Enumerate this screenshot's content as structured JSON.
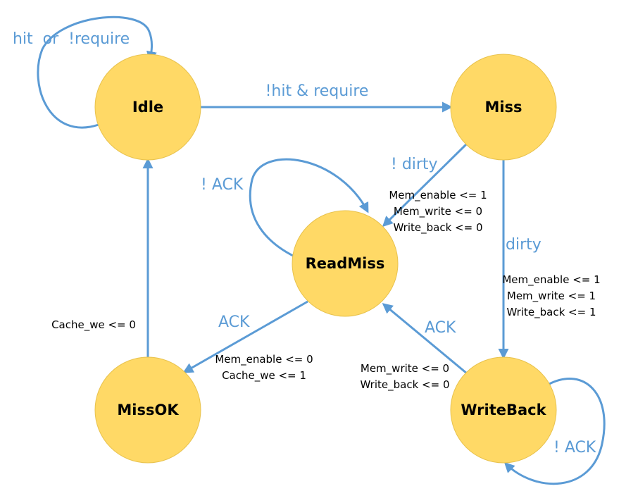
{
  "colors": {
    "node_fill": "#ffd966",
    "edge": "#5b9bd5",
    "label": "#5b9bd5"
  },
  "states": {
    "idle": "Idle",
    "miss": "Miss",
    "readmiss": "ReadMiss",
    "missok": "MissOK",
    "writeback": "WriteBack"
  },
  "transitions": {
    "idle_self": "hit  or  !require",
    "idle_to_miss": "!hit & require",
    "miss_to_readmiss": "! dirty",
    "readmiss_self": "! ACK",
    "miss_to_writeback": "dirty",
    "readmiss_to_missok": "ACK",
    "writeback_to_readmiss": "ACK",
    "writeback_self": "! ACK"
  },
  "actions": {
    "miss_to_readmiss": [
      "Mem_enable <= 1",
      "Mem_write <= 0",
      "Write_back <= 0"
    ],
    "miss_to_writeback": [
      "Mem_enable <= 1",
      "Mem_write <= 1",
      "Write_back <= 1"
    ],
    "missok_to_idle": [
      "Cache_we <= 0"
    ],
    "readmiss_to_missok": [
      "Mem_enable <= 0",
      "Cache_we <= 1"
    ],
    "writeback_to_readmiss": [
      "Mem_write <= 0",
      "Write_back <= 0"
    ]
  }
}
